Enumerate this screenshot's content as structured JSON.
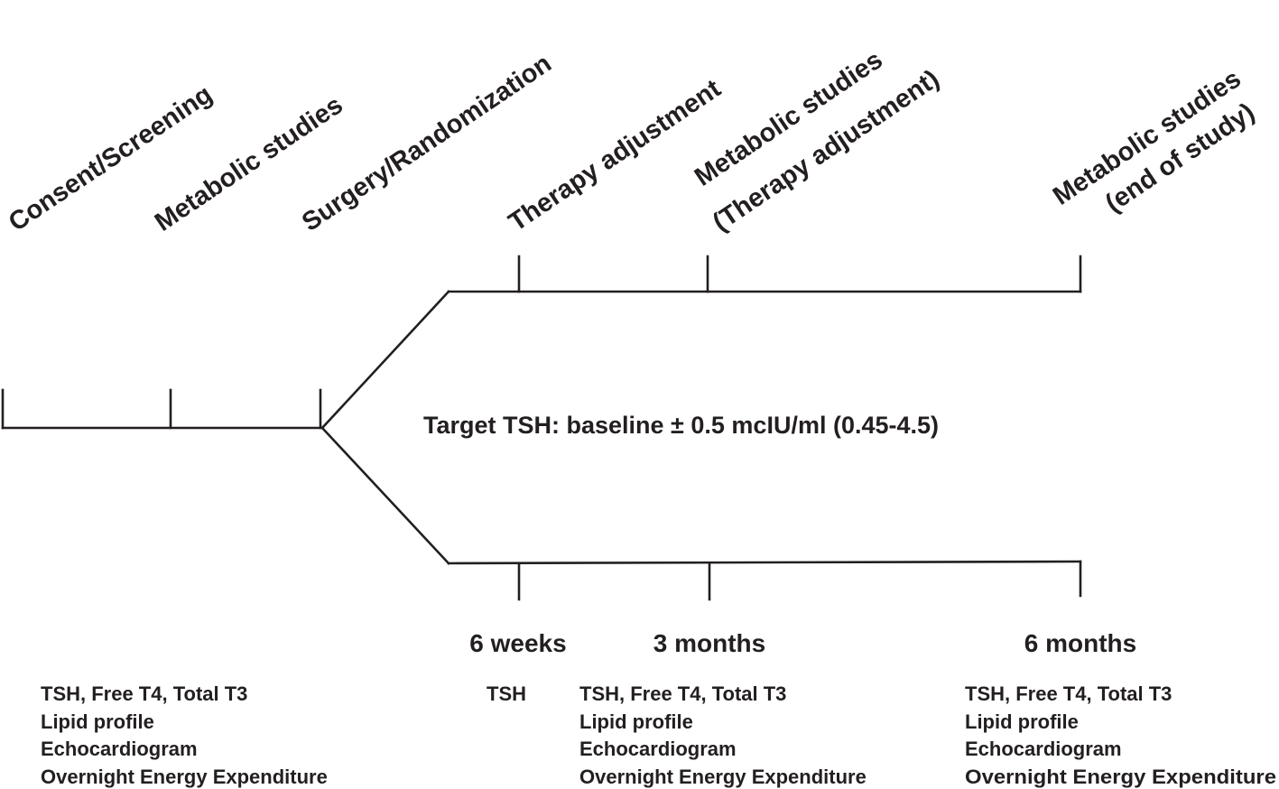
{
  "milestones": {
    "consent": "Consent/Screening",
    "metabolic_baseline": "Metabolic studies",
    "surgery": "Surgery/Randomization",
    "therapy_6w": "Therapy adjustment",
    "metabolic_3m_line1": "Metabolic studies",
    "metabolic_3m_line2": "(Therapy adjustment)",
    "metabolic_6m_line1": "Metabolic studies",
    "metabolic_6m_line2": "(end of study)"
  },
  "target_note": "Target TSH: baseline ± 0.5 mcIU/ml (0.45-4.5)",
  "timepoints": {
    "w6": "6 weeks",
    "m3": "3 months",
    "m6": "6 months"
  },
  "assessments": {
    "baseline": [
      "TSH, Free T4, Total T3",
      "Lipid profile",
      "Echocardiogram",
      "Overnight Energy Expenditure"
    ],
    "w6": [
      "TSH"
    ],
    "m3": [
      "TSH, Free T4, Total T3",
      "Lipid profile",
      "Echocardiogram",
      "Overnight Energy Expenditure"
    ],
    "m6": [
      "TSH, Free T4, Total T3",
      "Lipid profile",
      "Echocardiogram",
      "Overnight Energy Expenditure"
    ]
  }
}
